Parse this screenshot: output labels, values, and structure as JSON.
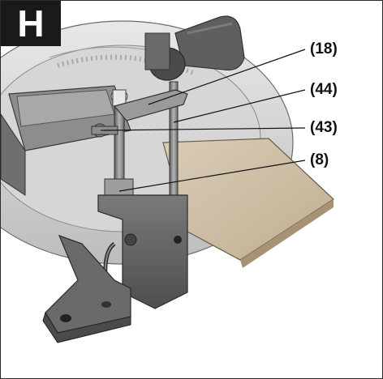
{
  "figure": {
    "label": "H"
  },
  "callouts": [
    {
      "id": "18",
      "text": "(18)"
    },
    {
      "id": "44",
      "text": "(44)"
    },
    {
      "id": "43",
      "text": "(43)"
    },
    {
      "id": "8",
      "text": "(8)"
    }
  ],
  "colors": {
    "metal_dark": "#5a5a5a",
    "metal_mid": "#8a8a8a",
    "metal_light": "#c9c9c9",
    "wood": "#c8b79e",
    "badge": "#1a1a1a"
  }
}
